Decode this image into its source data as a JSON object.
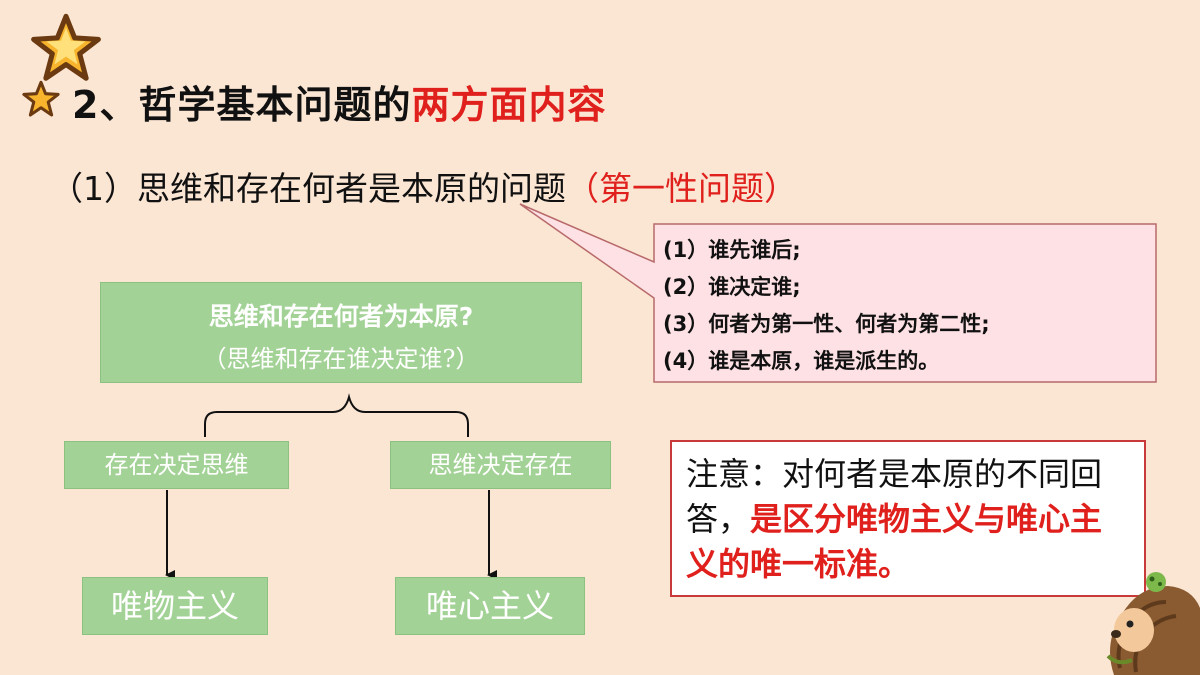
{
  "heading": {
    "number_text": "2、哲学基本问题的",
    "highlight_text": "两方面内容"
  },
  "subheading": {
    "main_text": "（1）思维和存在何者是本原的问题",
    "highlight_text": "（第一性问题）"
  },
  "callout": {
    "lines": [
      "(1）谁先谁后;",
      "(2）谁决定谁;",
      "(3）何者为第一性、何者为第二性;",
      "(4）谁是本原，谁是派生的。"
    ]
  },
  "question_box": {
    "main": "思维和存在何者为本原?",
    "sub": "（思维和存在谁决定谁?）"
  },
  "branches": {
    "left": {
      "label": "存在决定思维",
      "result": "唯物主义"
    },
    "right": {
      "label": "思维决定存在",
      "result": "唯心主义"
    }
  },
  "note": {
    "prefix": "注意：对何者是本原的不同回答，",
    "emphasis": "是区分唯物主义与唯心主义的唯一标准。"
  },
  "colors": {
    "background": "#fbe6d4",
    "accent_red": "#e0201c",
    "box_green": "#a3d296",
    "callout_fill": "#fde1e4",
    "note_border": "#c83a3a"
  }
}
